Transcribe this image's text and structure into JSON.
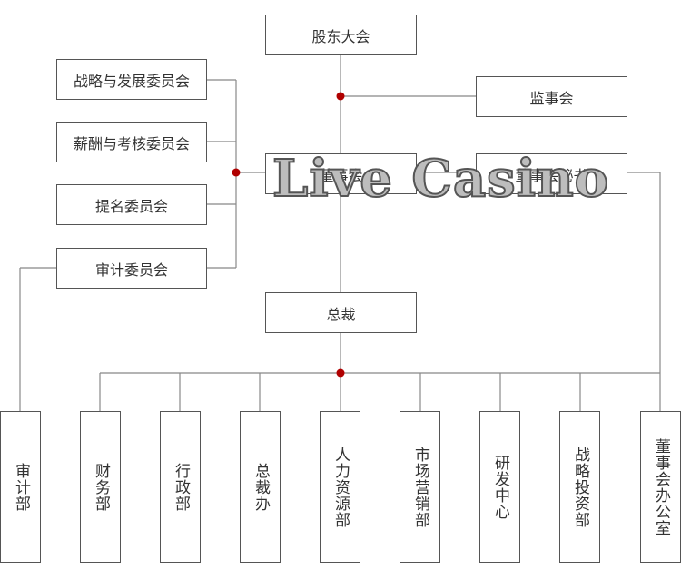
{
  "top": {
    "shareholders": "股东大会",
    "supervisory": "监事会"
  },
  "board": {
    "directors": "董事会",
    "secretary": "董事会秘书"
  },
  "committees": [
    "战略与发展委员会",
    "薪酬与考核委员会",
    "提名委员会",
    "审计委员会"
  ],
  "president": "总裁",
  "departments": [
    "审计部",
    "财务部",
    "行政部",
    "总裁办",
    "人力资源部",
    "市场营销部",
    "研发中心",
    "战略投资部",
    "董事会办公室"
  ],
  "watermark": "Live Casino",
  "colors": {
    "line": "#888888",
    "border": "#555555",
    "junction_dot": "#b00000",
    "text": "#333333"
  }
}
